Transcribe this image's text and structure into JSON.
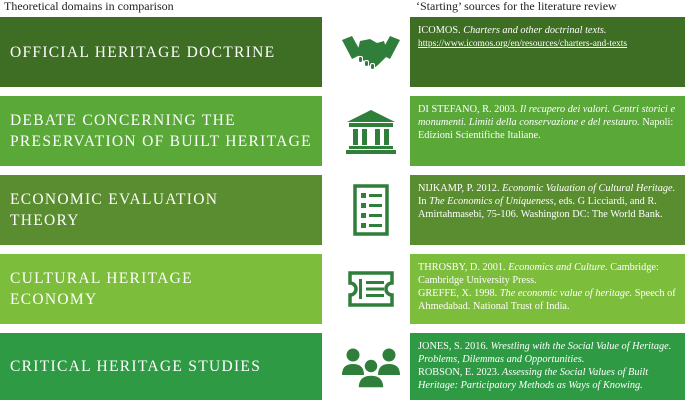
{
  "headers": {
    "left": "Theoretical domains in comparison",
    "right": "‘Starting’ sources for the literature review"
  },
  "rows": [
    {
      "domain": "OFFICIAL HERITAGE DOCTRINE",
      "icon": "handshake-icon",
      "sources": [
        {
          "author": "ICOMOS.",
          "title": " Charters and other doctrinal texts."
        },
        {
          "link": "https://www.icomos.org/en/resources/charters-and-texts"
        }
      ]
    },
    {
      "domain": "DEBATE CONCERNING THE PRESERVATION OF BUILT HERITAGE",
      "icon": "museum-building-icon",
      "sources": [
        {
          "author": "DI STEFANO, R. 2003.",
          "title": " Il recupero dei valori. Centri storici e monumenti. Limiti della conservazione e del restauro.",
          "rest": " Napoli: Edizioni Scientifiche Italiane."
        }
      ]
    },
    {
      "domain": "ECONOMIC EVALUATION THEORY",
      "icon": "checklist-document-icon",
      "sources": [
        {
          "author": "NIJKAMP, P. 2012.",
          "title": " Economic Valuation of Cultural Heritage.",
          "rest1": " In ",
          "title2": "The Economics of Uniqueness",
          "rest2": ", eds. G Licciardi, and R. Amirtahmasebi, 75-106. Washington DC: The World Bank."
        }
      ]
    },
    {
      "domain": "CULTURAL HERITAGE ECONOMY",
      "icon": "ticket-icon",
      "sources": [
        {
          "author": "THROSBY, D. 2001.",
          "title": " Economics and Culture.",
          "rest": " Cambridge: Cambridge University Press."
        },
        {
          "author": "GREFFE, X. 1998.",
          "title": " The economic value of heritage.",
          "rest": " Speech of Ahmedabad. National Trust of India."
        }
      ]
    },
    {
      "domain": "CRITICAL HERITAGE STUDIES",
      "icon": "people-group-icon",
      "sources": [
        {
          "author": "JONES, S. 2016.",
          "title": " Wrestling with the Social Value of Heritage. Problems, Dilemmas and Opportunities."
        },
        {
          "author": "ROBSON, E. 2023.",
          "title": " Assessing the Social Values of Built Heritage: Participatory Methods as Ways of Knowing."
        }
      ]
    }
  ]
}
